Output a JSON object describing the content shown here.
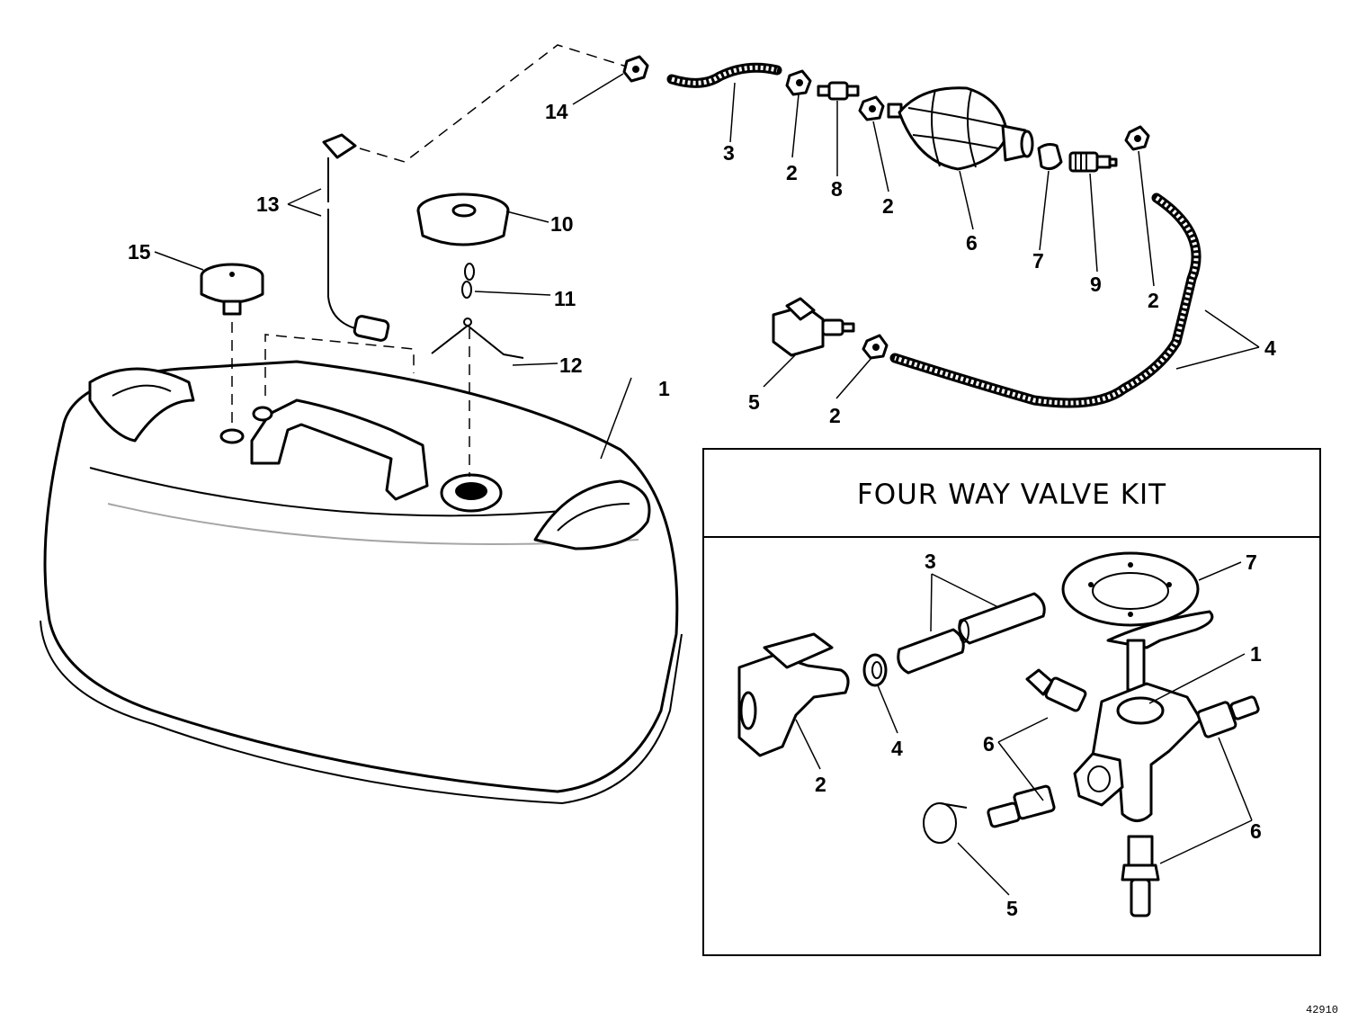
{
  "kit_title": "FOUR WAY VALVE KIT",
  "drawing_number": "42910",
  "callouts": [
    {
      "id": "tank",
      "number": "1"
    },
    {
      "id": "clamp-a",
      "number": "2"
    },
    {
      "id": "clamp-b",
      "number": "2"
    },
    {
      "id": "clamp-c",
      "number": "2"
    },
    {
      "id": "clamp-d",
      "number": "2"
    },
    {
      "id": "hose-short",
      "number": "3"
    },
    {
      "id": "hose-long",
      "number": "4"
    },
    {
      "id": "connector",
      "number": "5"
    },
    {
      "id": "primer-bulb",
      "number": "6"
    },
    {
      "id": "retainer",
      "number": "7"
    },
    {
      "id": "check-valve-a",
      "number": "8"
    },
    {
      "id": "check-valve-b",
      "number": "9"
    },
    {
      "id": "filler-cap",
      "number": "10"
    },
    {
      "id": "chain",
      "number": "11"
    },
    {
      "id": "spring-clip",
      "number": "12"
    },
    {
      "id": "pickup-tube",
      "number": "13"
    },
    {
      "id": "nut",
      "number": "14"
    },
    {
      "id": "vent-screw",
      "number": "15"
    }
  ],
  "kit_callouts": [
    {
      "id": "kit-valve",
      "number": "1"
    },
    {
      "id": "kit-connector",
      "number": "2"
    },
    {
      "id": "kit-hoses",
      "number": "3"
    },
    {
      "id": "kit-clamp",
      "number": "4"
    },
    {
      "id": "kit-clip",
      "number": "5"
    },
    {
      "id": "kit-fittings-left",
      "number": "6"
    },
    {
      "id": "kit-fittings-right",
      "number": "6"
    },
    {
      "id": "kit-gasket",
      "number": "7"
    }
  ]
}
